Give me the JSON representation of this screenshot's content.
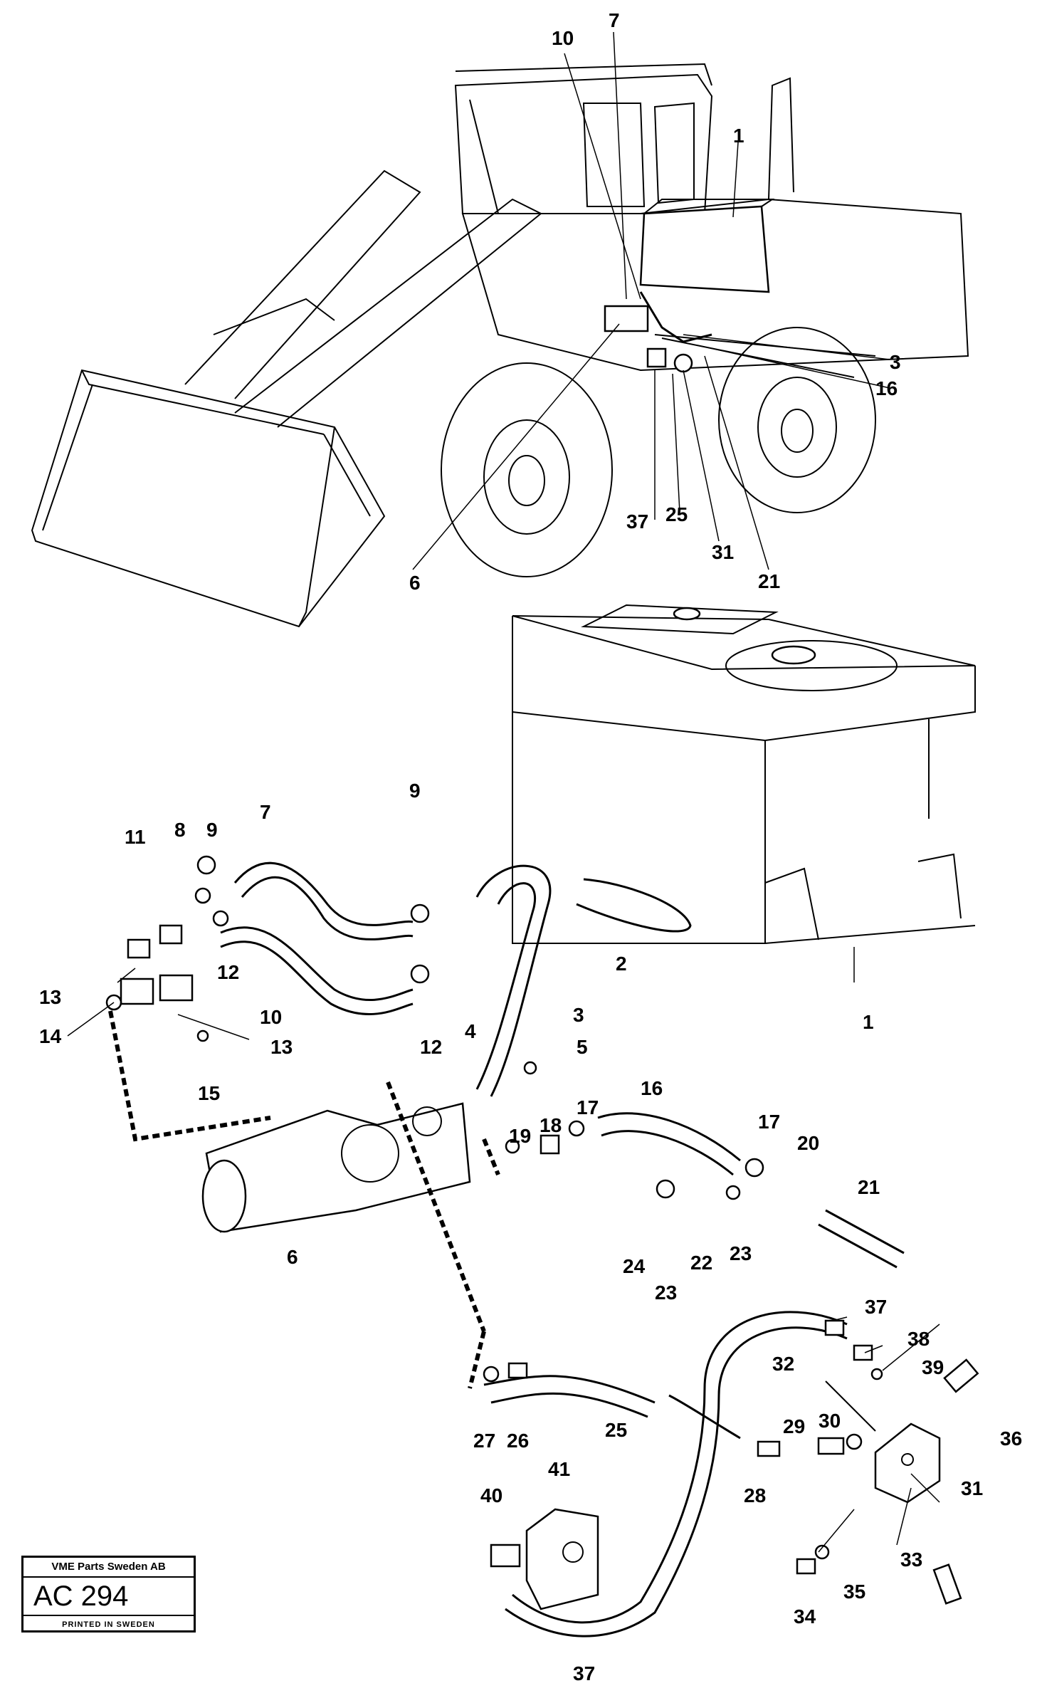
{
  "plate": {
    "company": "VME Parts Sweden AB",
    "code": "AC 294",
    "printed": "PRINTED IN SWEDEN"
  },
  "callouts": {
    "top": [
      "10",
      "7",
      "1",
      "3",
      "16",
      "37",
      "25",
      "31",
      "21",
      "6"
    ],
    "parts": [
      "9",
      "11",
      "8",
      "9",
      "7",
      "2",
      "1",
      "13",
      "12",
      "10",
      "14",
      "13",
      "12",
      "3",
      "4",
      "5",
      "15",
      "16",
      "17",
      "19",
      "18",
      "17",
      "20",
      "21",
      "6",
      "24",
      "23",
      "22",
      "23",
      "37",
      "38",
      "32",
      "39",
      "36",
      "29",
      "30",
      "27",
      "26",
      "25",
      "31",
      "41",
      "28",
      "40",
      "33",
      "35",
      "34",
      "37"
    ]
  }
}
